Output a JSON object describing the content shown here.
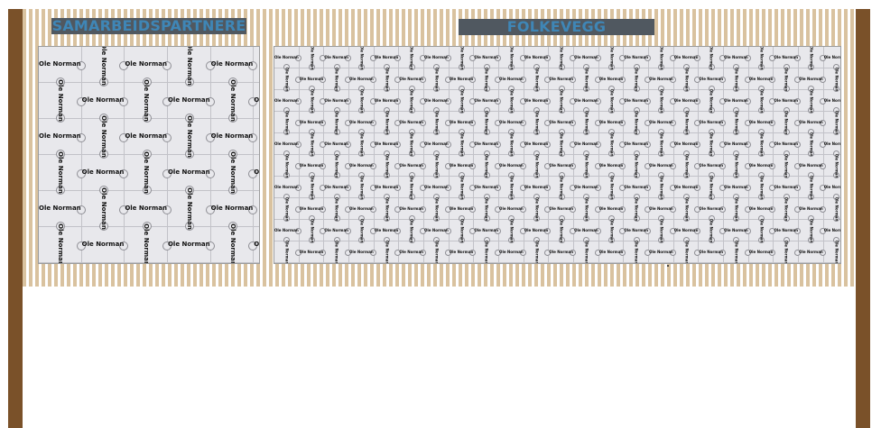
{
  "headers": {
    "partners": "SAMARBEIDSPARTNERE",
    "folk": "FOLKEVEGG"
  },
  "piece_label": "Ole Norman",
  "partners_panel": {
    "cols": 6,
    "rows": 6
  },
  "folk_panel": {
    "cols": 26,
    "rows": 10
  },
  "colors": {
    "post": "#7a5129",
    "slat": "#d9c29f",
    "header_bg": "#505860",
    "header_text": "#3f86b6",
    "puzzle_bg": "#e8e8ec"
  }
}
